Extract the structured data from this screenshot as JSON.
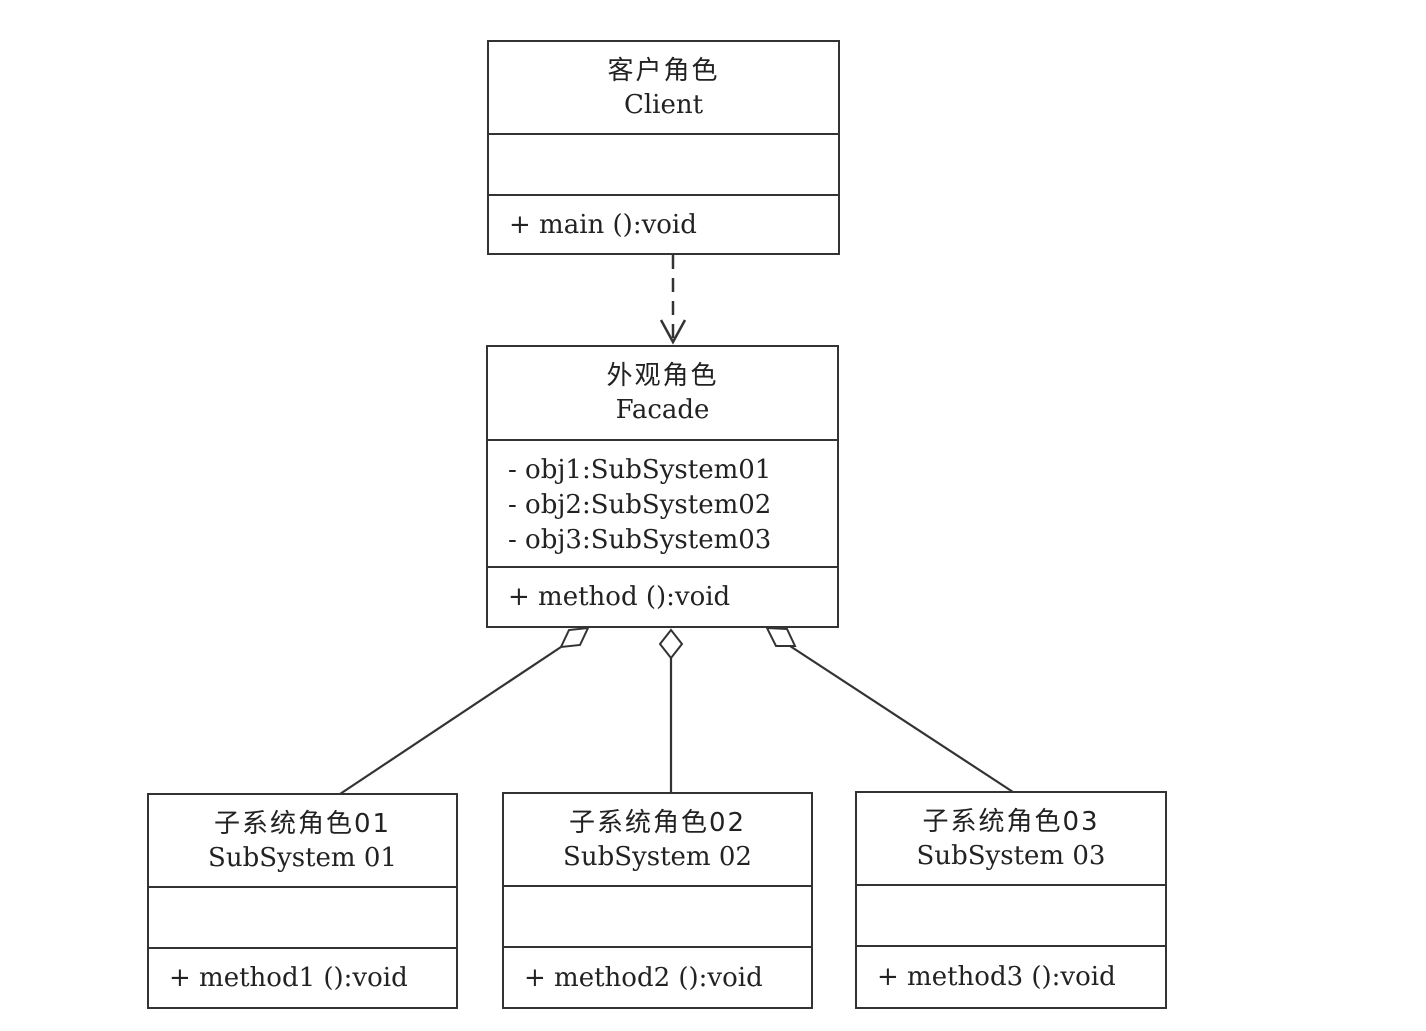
{
  "diagram": {
    "client": {
      "name_cn": "客户角色",
      "name_en": "Client",
      "attributes": [],
      "operations": [
        "+ main ():void"
      ]
    },
    "facade": {
      "name_cn": "外观角色",
      "name_en": "Facade",
      "attributes": [
        "- obj1:SubSystem01",
        "- obj2:SubSystem02",
        "- obj3:SubSystem03"
      ],
      "operations": [
        "+ method ():void"
      ]
    },
    "subsystems": [
      {
        "name_cn": "子系统角色01",
        "name_en": "SubSystem 01",
        "attributes": [],
        "operations": [
          "+ method1 ():void"
        ]
      },
      {
        "name_cn": "子系统角色02",
        "name_en": "SubSystem 02",
        "attributes": [],
        "operations": [
          "+ method2 ():void"
        ]
      },
      {
        "name_cn": "子系统角色03",
        "name_en": "SubSystem 03",
        "attributes": [],
        "operations": [
          "+ method3 ():void"
        ]
      }
    ],
    "relations": [
      {
        "from": "client",
        "to": "facade",
        "type": "dependency"
      },
      {
        "from": "facade",
        "to": "subsystem01",
        "type": "aggregation"
      },
      {
        "from": "facade",
        "to": "subsystem02",
        "type": "aggregation"
      },
      {
        "from": "facade",
        "to": "subsystem03",
        "type": "aggregation"
      }
    ]
  }
}
